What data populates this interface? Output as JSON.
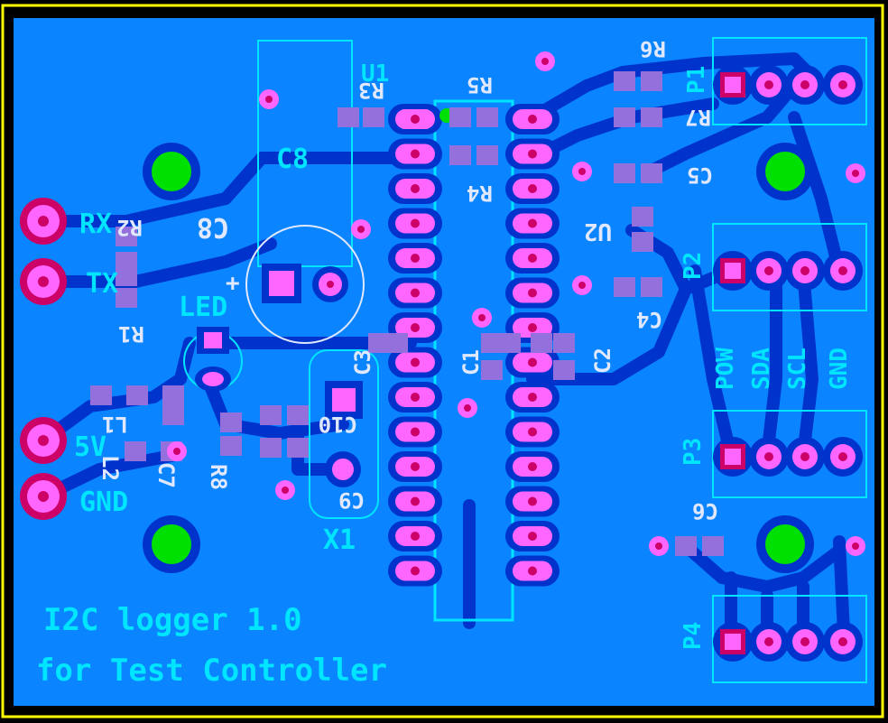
{
  "board": {
    "title_line1": "I2C logger 1.0",
    "title_line2": "for Test Controller"
  },
  "labels": {
    "rx": "RX",
    "tx": "TX",
    "v5": "5V",
    "gnd": "GND",
    "led": "LED",
    "c8_top": "C8",
    "c8_mirror": "C8",
    "u1": "U1",
    "r3": "R3",
    "r5": "R5",
    "r4": "R4",
    "r6": "R6",
    "r7": "R7",
    "r1": "R1",
    "r2": "R2",
    "r8": "R8",
    "c3": "C3",
    "c1": "C1",
    "c2": "C2",
    "c4": "C4",
    "c5": "C5",
    "c6": "C6",
    "c7": "C7",
    "c9": "C9",
    "c10": "C10",
    "l1": "L1",
    "l2": "L2",
    "u2": "U2",
    "x1": "X1",
    "p1": "P1",
    "p2": "P2",
    "p3": "P3",
    "p4": "P4",
    "pow": "POW",
    "sda": "SDA",
    "scl": "SCL",
    "gnd_header": "GND"
  },
  "colors": {
    "board": "#0a84ff",
    "trace": "#0033cc",
    "pad": "#ff66ff",
    "silk": "#00e5ff",
    "mount": "#00e000",
    "edge": "#ffff00"
  }
}
